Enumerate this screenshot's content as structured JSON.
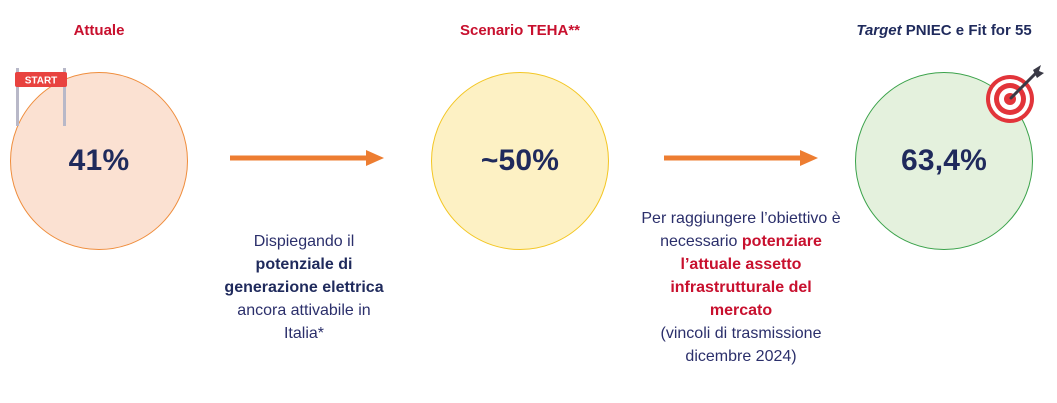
{
  "stage1": {
    "title": "Attuale",
    "value": "41%"
  },
  "stage2": {
    "title": "Scenario TEHA**",
    "value": "~50%"
  },
  "stage3": {
    "title_italic": "Target",
    "title_rest": " PNIEC e Fit for 55",
    "value": "63,4%"
  },
  "flag": {
    "label": "START"
  },
  "note1": {
    "line1": "Dispiegando il",
    "bold1": "potenziale di",
    "bold2": "generazione elettrica",
    "line2": "ancora attivabile in",
    "line3": "Italia*"
  },
  "note2": {
    "line1": "Per raggiungere l’obiettivo è",
    "line2": "necessario ",
    "bold1": "potenziare",
    "bold2": "l’attuale assetto",
    "bold3": "infrastrutturale del",
    "bold4": "mercato",
    "line3": "(vincoli di trasmissione",
    "line4": "dicembre 2024)"
  },
  "colors": {
    "arrow": "#ed7d31",
    "title_red": "#c8102e",
    "navy": "#1f2a5c",
    "circle1_fill": "#fbe1d2",
    "circle2_fill": "#fdf1c4",
    "circle3_fill": "#e4f1dd"
  },
  "icons": [
    "start-flag-icon",
    "arrow-right-icon",
    "target-dart-icon"
  ]
}
